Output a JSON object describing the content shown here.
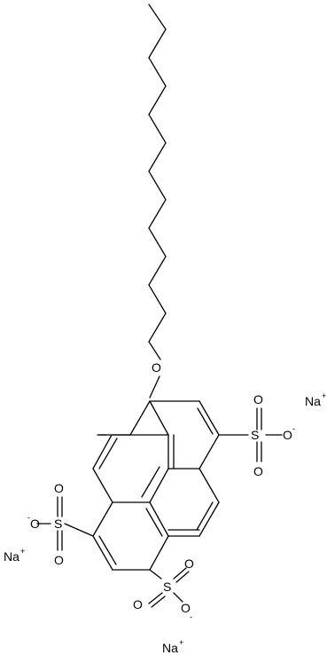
{
  "molecule": {
    "atoms": {
      "oxygen_ether": "O",
      "sulfur": "S",
      "oxygen": "O",
      "sodium": "Na"
    },
    "charges": {
      "minus": "-",
      "plus": "+"
    }
  },
  "colors": {
    "ink": "#000000",
    "background": "#ffffff"
  }
}
